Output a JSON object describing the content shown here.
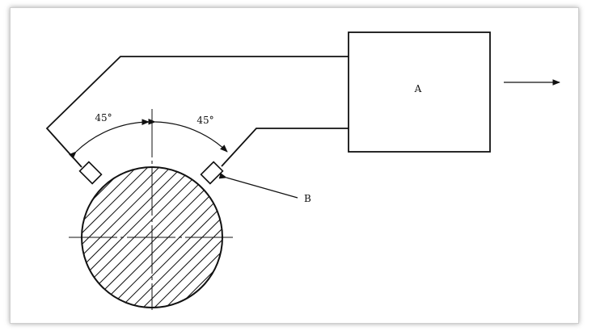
{
  "labels": {
    "box": "A",
    "sensor": "B",
    "angle_left": "45°",
    "angle_right": "45°"
  },
  "colors": {
    "stroke": "#111111",
    "background": "#ffffff",
    "frame_border": "#cfcfcf"
  }
}
